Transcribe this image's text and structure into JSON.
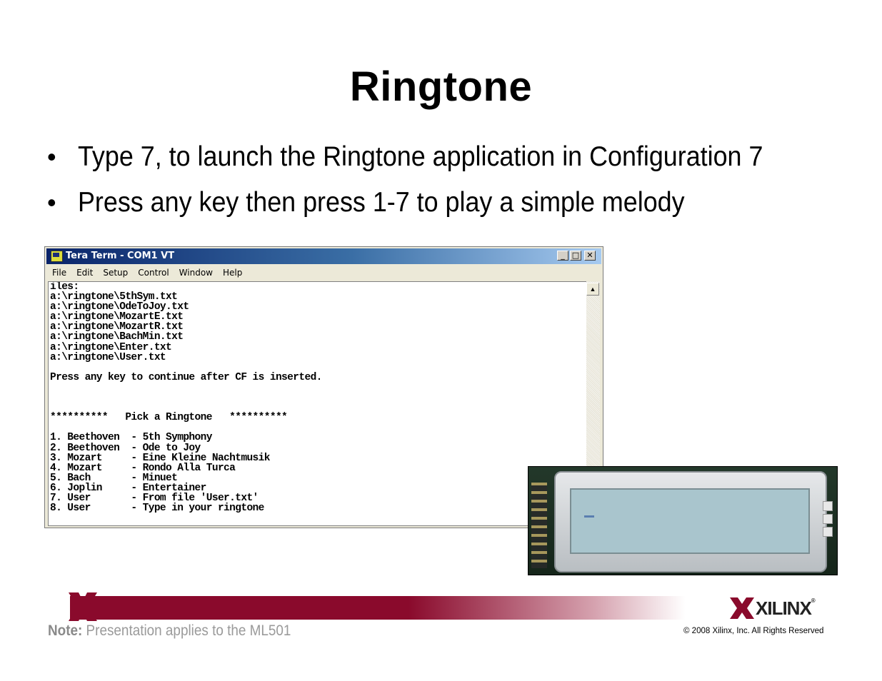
{
  "slide": {
    "title": "Ringtone",
    "bullets": [
      "Type 7, to launch the Ringtone application in Configuration 7",
      "Press any key then press 1-7 to play a simple melody"
    ]
  },
  "window": {
    "title": "Tera Term - COM1 VT",
    "buttons": {
      "minimize": "_",
      "maximize": "□",
      "close": "✕"
    },
    "menu": [
      "File",
      "Edit",
      "Setup",
      "Control",
      "Window",
      "Help"
    ],
    "terminal_lines": [
      "iles:",
      "a:\\ringtone\\5thSym.txt",
      "a:\\ringtone\\OdeToJoy.txt",
      "a:\\ringtone\\MozartE.txt",
      "a:\\ringtone\\MozartR.txt",
      "a:\\ringtone\\BachMin.txt",
      "a:\\ringtone\\Enter.txt",
      "a:\\ringtone\\User.txt",
      "",
      "Press any key to continue after CF is inserted.",
      "",
      "",
      "",
      "**********   Pick a Ringtone   **********",
      "",
      "1. Beethoven  - 5th Symphony",
      "2. Beethoven  - Ode to Joy",
      "3. Mozart     - Eine Kleine Nachtmusik",
      "4. Mozart     - Rondo Alla Turca",
      "5. Bach       - Minuet",
      "6. Joplin     - Entertainer",
      "7. User       - From file 'User.txt'",
      "8. User       - Type in your ringtone"
    ],
    "scroll_up_icon": "▲"
  },
  "footer": {
    "note_label": "Note:",
    "note_text": " Presentation applies to the ML501",
    "logo_text": "XILINX",
    "logo_reg": "®",
    "copyright": "© 2008 Xilinx, Inc. All Rights Reserved"
  },
  "colors": {
    "brand": "#8a0a2c",
    "titlebar": "#0a246a"
  }
}
